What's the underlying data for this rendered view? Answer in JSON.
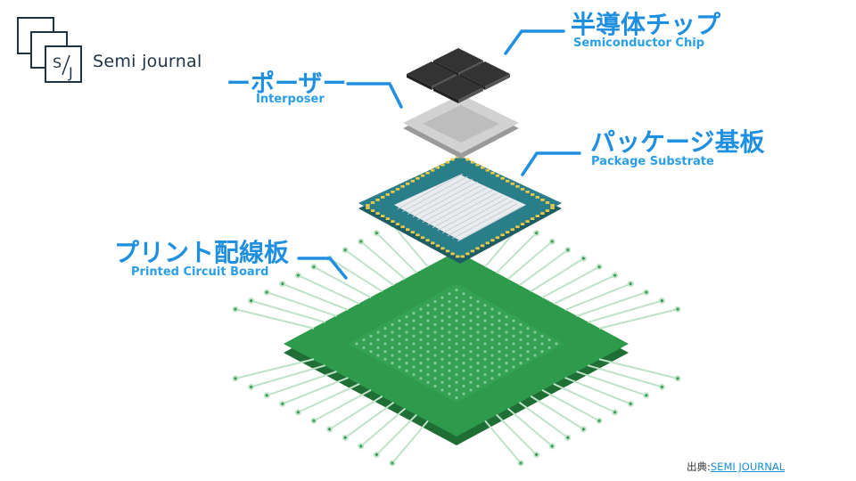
{
  "brand": {
    "name": "Semi journal",
    "mark": "S/J"
  },
  "layers": [
    {
      "jp": "半導体チップ",
      "en": "Semiconductor Chip"
    },
    {
      "jp": "ーポーザー",
      "en": "Interposer"
    },
    {
      "jp": "パッケージ基板",
      "en": "Package Substrate"
    },
    {
      "jp": "プリント配線板",
      "en": "Printed Circuit Board"
    }
  ],
  "source": {
    "prefix": "出典:",
    "link": "SEMI JOURNAL"
  },
  "colors": {
    "label": "#1f8fe0",
    "pcb": "#2e9a4c",
    "substrate": "#2a7e8a",
    "interposer": "#c9c9c9",
    "chip": "#3a3a3a"
  }
}
